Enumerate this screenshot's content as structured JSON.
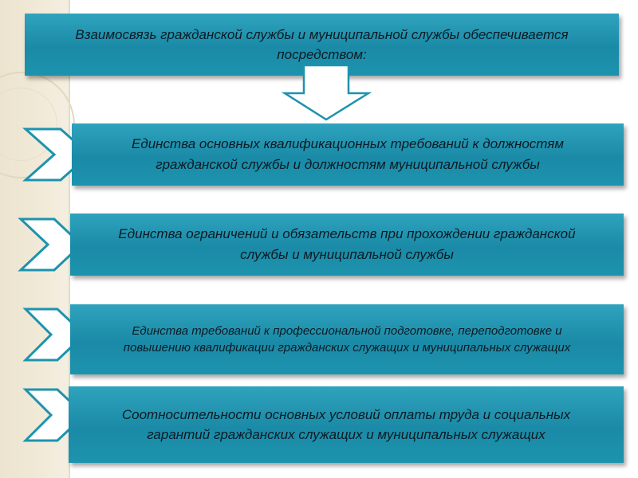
{
  "header": {
    "text": "Взаимосвязь   гражданской   службы   и   муниципальной службы обеспечивается посредством:"
  },
  "items": [
    {
      "text": "Единства основных квалификационных требований к должностям гражданской службы и должностям муниципальной службы"
    },
    {
      "text": "Единства  ограничений  и  обязательств  при прохождении гражданской службы и муниципальной службы"
    },
    {
      "text": "Единства  требований  к  профессиональной  подготовке, переподготовке и повышению квалификации гражданских служащих и муниципальных служащих"
    },
    {
      "text": "Соотносительности основных условий оплаты труда и социальных гарантий гражданских служащих и муниципальных служащих"
    }
  ],
  "colors": {
    "box_fill": "#1d93ae",
    "text": "#0c1b24",
    "arrow_fill": "#ffffff",
    "arrow_stroke": "#1d93ae"
  },
  "icons": {
    "down_arrow": "down-arrow-icon",
    "chevron": "chevron-right-icon"
  }
}
